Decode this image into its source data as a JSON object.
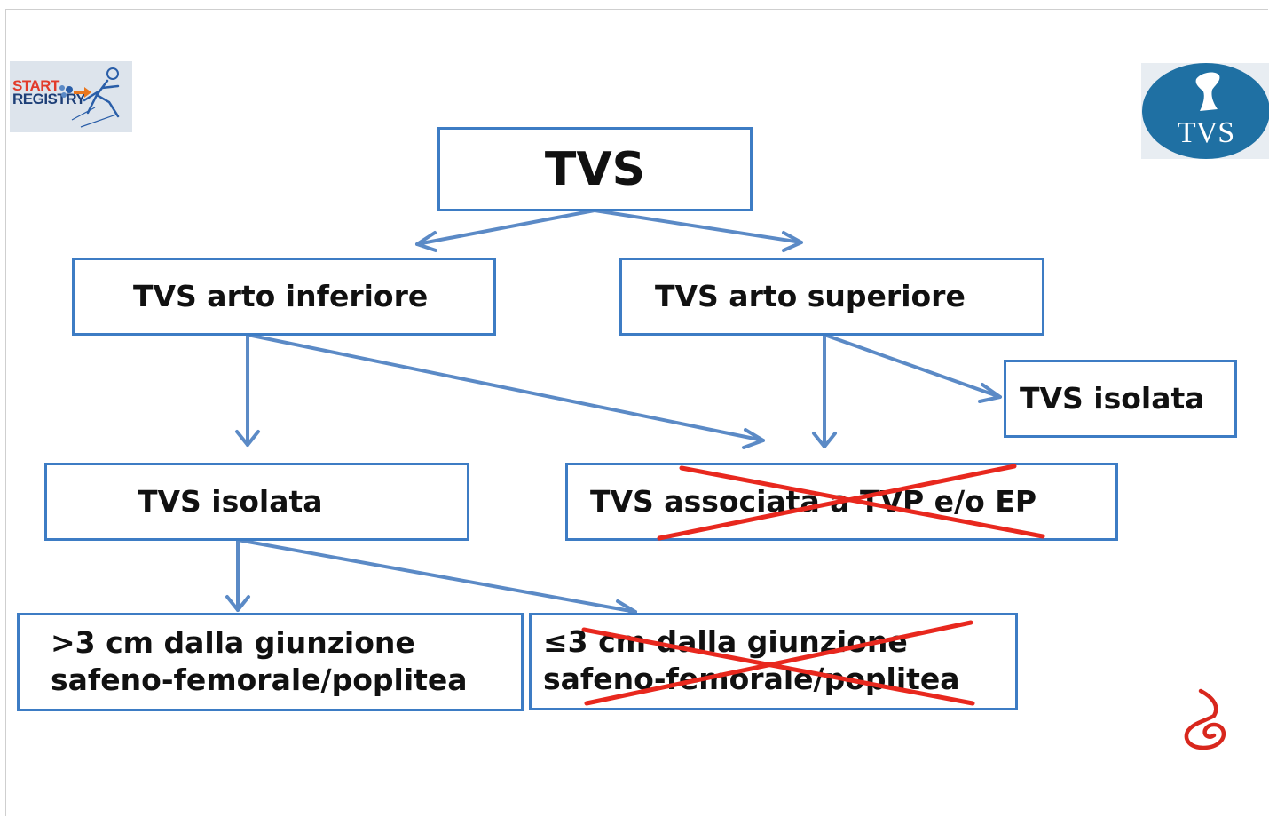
{
  "logos": {
    "start_registry": {
      "line1": "START",
      "line2": "REGISTRY"
    },
    "tvs": {
      "text": "TVS"
    }
  },
  "diagram": {
    "root": "TVS",
    "lower_limb": "TVS arto inferiore",
    "upper_limb": "TVS arto superiore",
    "upper_isolated": "TVS isolata",
    "associated": "TVS associata a TVP e/o EP",
    "lower_isolated": "TVS isolata",
    "far_line1": ">3 cm dalla giunzione",
    "far_line2": "safeno-femorale/poplitea",
    "near_line1": "≤3 cm dalla giunzione",
    "near_line2": "safeno-femorale/poplitea"
  },
  "colors": {
    "box_border": "#3d7cc4",
    "arrow": "#5b8ac6",
    "cross": "#e8281e",
    "text": "#111111"
  }
}
